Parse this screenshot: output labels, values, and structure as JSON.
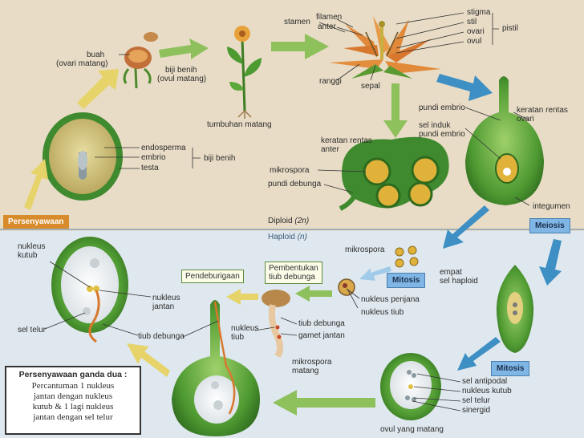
{
  "colors": {
    "top_background": "#e8dcc6",
    "bottom_background": "#dfe8ee",
    "arrow_yellow": "#e6d36a",
    "arrow_green": "#8ec05c",
    "arrow_blue": "#3d8fc4",
    "tissue_green": "#3f8a2e",
    "petal_orange": "#e0893a"
  },
  "top_labels": {
    "buah": "buah",
    "ovari_matang": "(ovari matang)",
    "biji_benih": "biji benih",
    "ovul_matang": "(ovul matang)",
    "stamen": "stamen",
    "filamen": "filamen",
    "anter": "anter",
    "stigma": "stigma",
    "stil": "stil",
    "ovari": "ovari",
    "ovul": "ovul",
    "pistil": "pistil",
    "ranggi": "ranggi",
    "sepal": "sepal",
    "tumbuhan_matang": "tumbuhan matang",
    "pundi_embrio": "pundi embrio",
    "keratan_ovari_1": "keratan rentas",
    "keratan_ovari_2": "ovari",
    "sel_induk_1": "sel induk",
    "sel_induk_2": "pundi embrio",
    "endosperma": "endosperma",
    "embrio": "embrio",
    "testa": "testa",
    "biji_benih_seed": "biji benih",
    "keratan_anter_1": "keratan rentas",
    "keratan_anter_2": "anter",
    "mikrospora": "mikrospora",
    "pundi_debunga": "pundi debunga",
    "integumen": "integumen",
    "persenyawaan": "Persenyawaan",
    "diploid": "Diploid",
    "diploid_n": "(2n)",
    "haploid": "Haploid",
    "haploid_n": "(n)",
    "meiosis": "Meiosis"
  },
  "bottom_labels": {
    "nukleus_kutub_1": "nukleus",
    "nukleus_kutub_2": "kutub",
    "nukleus_jantan_1": "nukleus",
    "nukleus_jantan_2": "jantan",
    "sel_telur": "sel telur",
    "tiub_debunga": "tiub debunga",
    "pendeburigaan": "Pendeburigaan",
    "pembentukan_1": "Pembentukan",
    "pembentukan_2": "tiub debunga",
    "mikrospora": "mikrospora",
    "mitosis_1": "Mitosis",
    "empat_1": "empat",
    "empat_2": "sel haploid",
    "nukleus_penjana": "nukleus penjana",
    "nukleus_tiub": "nukleus tiub",
    "nukleus_tiub_pollen_1": "nukleus",
    "nukleus_tiub_pollen_2": "tiub",
    "tiub_debunga_pollen": "tiub debunga",
    "gamet_jantan": "gamet jantan",
    "mikrospora_matang_1": "mikrospora",
    "mikrospora_matang_2": "matang",
    "mitosis_2": "Mitosis",
    "sel_antipodal": "sel antipodal",
    "nukleus_kutub_ovule": "nukleus kutub",
    "sel_telur_ovule": "sel telur",
    "sinergid": "sinergid",
    "ovul_yang_matang": "ovul yang matang"
  },
  "double_fertilization": {
    "title": "Persenyawaan ganda dua :",
    "line1": "Percantuman 1 nukleus",
    "line2": "jantan dengan nukleus",
    "line3": "kutub & 1 lagi nukleus",
    "line4": "jantan dengan sel telur"
  }
}
